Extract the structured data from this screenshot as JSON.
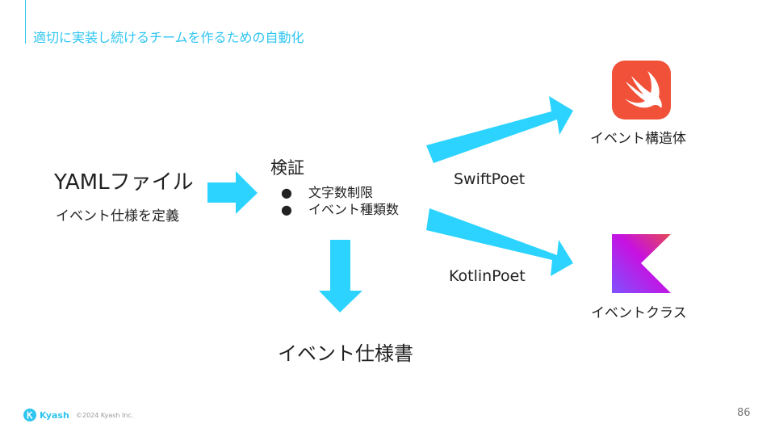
{
  "slide": {
    "title": "適切に実装し続けるチームを作るための自動化",
    "page_number": "86"
  },
  "input": {
    "title": "YAMLファイル",
    "subtitle": "イベント仕様を定義"
  },
  "verification": {
    "title": "検証",
    "bullets": [
      "文字数制限",
      "イベント種類数"
    ],
    "bullet_glyph": "●"
  },
  "outputs": {
    "swift_tool": "SwiftPoet",
    "kotlin_tool": "KotlinPoet",
    "swift_result": "イベント構造体",
    "kotlin_result": "イベントクラス",
    "spec_document": "イベント仕様書"
  },
  "footer": {
    "brand": "Kyash",
    "copyright": "©2024 Kyash Inc."
  },
  "colors": {
    "accent": "#2ec5f0",
    "arrow_fill": "#2cd3ff",
    "swift_orange": "#f05138",
    "kotlin_purple": "#7f52ff",
    "kotlin_pink": "#e44857"
  },
  "icons": {
    "swift": "swift-logo-icon",
    "kotlin": "kotlin-logo-icon",
    "brand": "kyash-logo-icon"
  }
}
